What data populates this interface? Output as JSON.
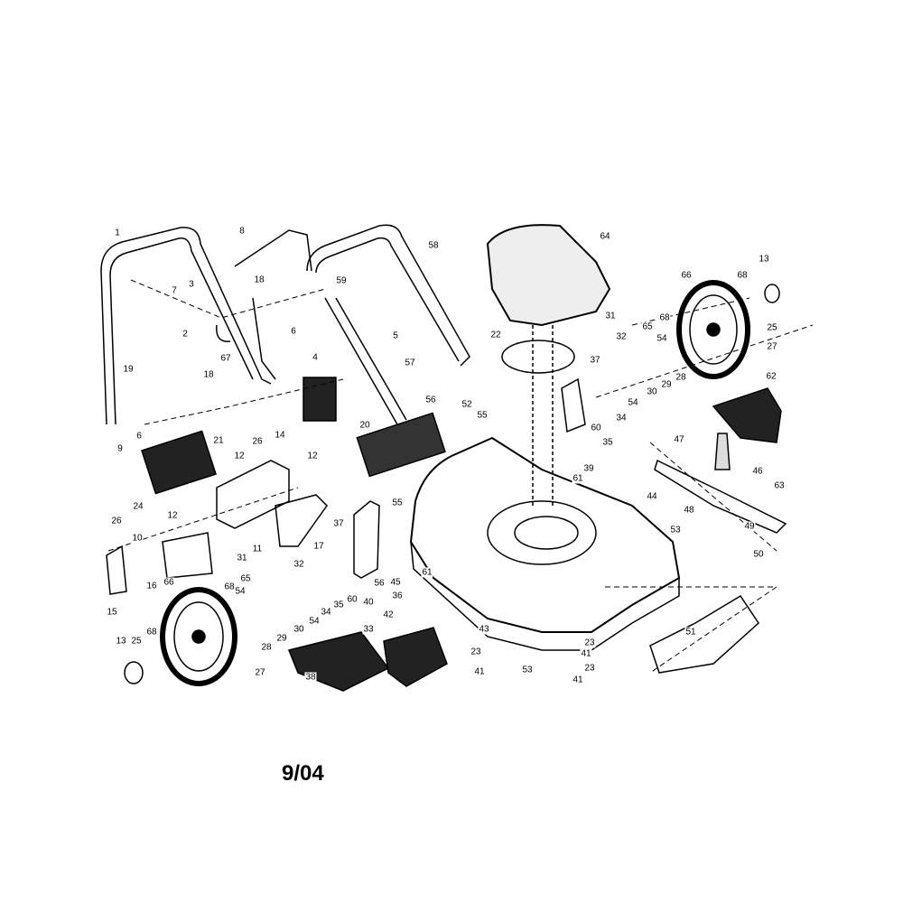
{
  "diagram": {
    "date_code": "9/04",
    "callouts": [
      "1",
      "8",
      "58",
      "64",
      "13",
      "66",
      "68",
      "7",
      "3",
      "18",
      "59",
      "25",
      "2",
      "67",
      "6",
      "5",
      "22",
      "31",
      "32",
      "68",
      "65",
      "54",
      "27",
      "19",
      "18",
      "4",
      "57",
      "37",
      "62",
      "56",
      "52",
      "28",
      "29",
      "30",
      "54",
      "34",
      "6",
      "20",
      "55",
      "35",
      "60",
      "26",
      "21",
      "14",
      "12",
      "12",
      "9",
      "47",
      "39",
      "61",
      "46",
      "63",
      "24",
      "26",
      "55",
      "44",
      "48",
      "49",
      "12",
      "37",
      "10",
      "17",
      "11",
      "53",
      "50",
      "31",
      "32",
      "16",
      "66",
      "68",
      "65",
      "54",
      "35",
      "34",
      "60",
      "40",
      "56",
      "61",
      "45",
      "36",
      "42",
      "15",
      "30",
      "54",
      "29",
      "28",
      "68",
      "13",
      "25",
      "33",
      "51",
      "43",
      "23",
      "41",
      "23",
      "53",
      "23",
      "41",
      "41",
      "27",
      "38"
    ]
  }
}
